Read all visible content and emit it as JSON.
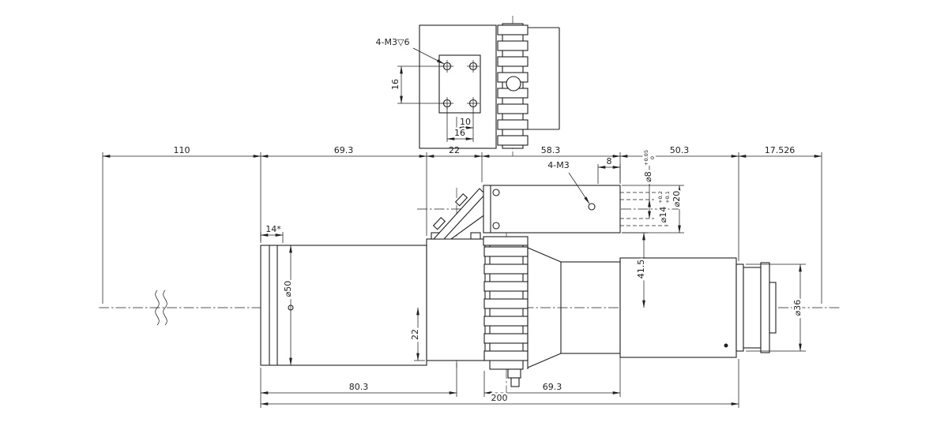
{
  "colors": {
    "background": "#ffffff",
    "ink": "#1f1f1f"
  },
  "detail": {
    "thread_callout": "4-M3▽6",
    "dim_vertical_16": "16",
    "dim_10": "10",
    "dim_16": "16"
  },
  "top_chain": {
    "d110": "110",
    "d69_3": "69.3",
    "d22": "22",
    "d58_3": "58.3",
    "d50_3": "50.3",
    "d17_526": "17.526"
  },
  "labels": {
    "ref_14": "14*",
    "thread_4m3": "4-M3",
    "dim_8": "8",
    "dia8": "⌀8",
    "dia8_tol_upper": "+0.05",
    "dia8_tol_lower": "0",
    "dia20": "⌀20",
    "dia14": "⌀14",
    "dia14_tol_upper": "+0.2",
    "dia14_tol_lower": "+0.1",
    "dim_41_5": "41.5",
    "dia50": "⌀50",
    "dim_22": "22",
    "dia36": "⌀36"
  },
  "bottom_chain": {
    "d80_3": "80.3",
    "d69_3": "69.3",
    "d200": "200"
  }
}
